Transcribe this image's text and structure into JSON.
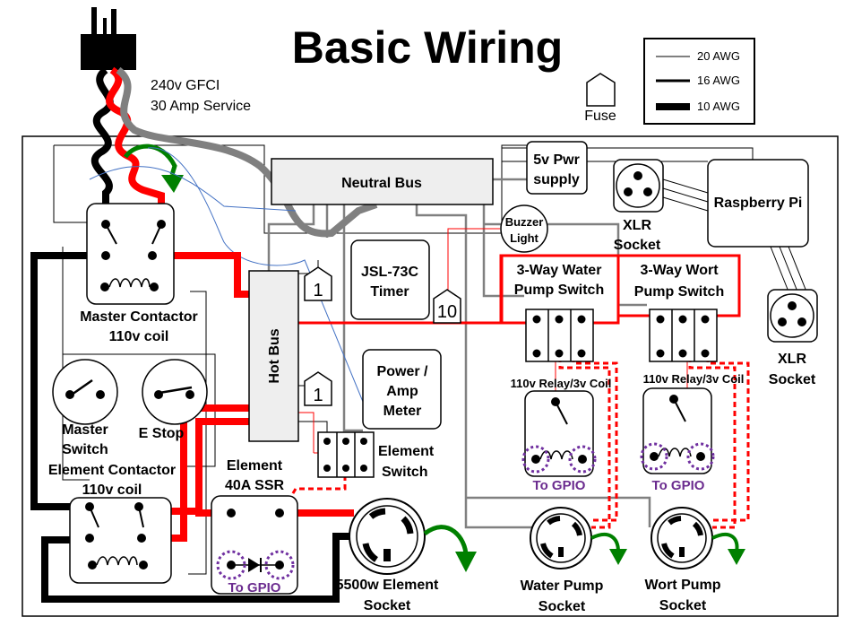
{
  "title": "Basic Wiring",
  "legend": {
    "items": [
      "20 AWG",
      "16 AWG",
      "10 AWG"
    ],
    "fuse_label": "Fuse"
  },
  "power_input": {
    "line1": "240v GFCI",
    "line2": "30 Amp Service"
  },
  "components": {
    "neutral_bus": "Neutral Bus",
    "hot_bus": "Hot Bus",
    "pwr_supply": [
      "5v Pwr",
      "supply"
    ],
    "raspberry_pi": "Raspberry Pi",
    "xlr_top": [
      "XLR",
      "Socket"
    ],
    "xlr_right": [
      "XLR",
      "Socket"
    ],
    "buzzer": [
      "Buzzer",
      "Light"
    ],
    "timer": [
      "JSL-73C",
      "Timer"
    ],
    "meter": [
      "Power /",
      "Amp",
      "Meter"
    ],
    "water_switch": [
      "3-Way Water",
      "Pump Switch"
    ],
    "wort_switch": [
      "3-Way Wort",
      "Pump Switch"
    ],
    "master_contactor": [
      "Master Contactor",
      "110v coil"
    ],
    "master_switch": [
      "Master",
      "Switch"
    ],
    "estop": "E Stop",
    "element_contactor": [
      "Element Contactor",
      "110v coil"
    ],
    "ssr": [
      "Element",
      "40A SSR"
    ],
    "element_switch": [
      "Element",
      "Switch"
    ],
    "relay_left": "110v Relay/3v Coil",
    "relay_right": "110v Relay/3v Coil",
    "gpio_labels": [
      "To GPIO",
      "To GPIO",
      "To GPIO"
    ],
    "element_socket": [
      "5500w Element",
      "Socket"
    ],
    "water_socket": [
      "Water Pump",
      "Socket"
    ],
    "wort_socket": [
      "Wort Pump",
      "Socket"
    ]
  },
  "fuses": [
    "1",
    "1",
    "10"
  ],
  "colors": {
    "hot": "#ff0000",
    "neutral": "#808080",
    "ground": "#008000",
    "gpio": "#7030a0",
    "data": "#4472c4"
  }
}
